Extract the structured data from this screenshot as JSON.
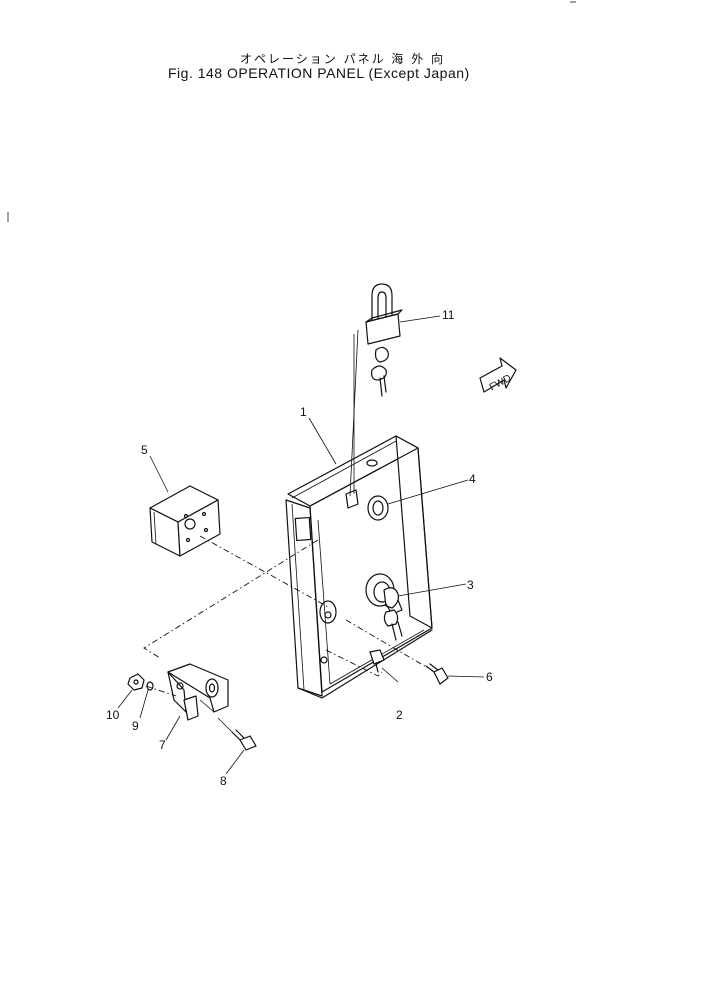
{
  "title": {
    "japanese": "オペレーション パネル 海 外 向",
    "english": "Fig. 148  OPERATION PANEL (Except Japan)"
  },
  "fwd_label": "FWD",
  "callouts": [
    "1",
    "2",
    "3",
    "4",
    "5",
    "6",
    "7",
    "8",
    "9",
    "10",
    "11"
  ]
}
